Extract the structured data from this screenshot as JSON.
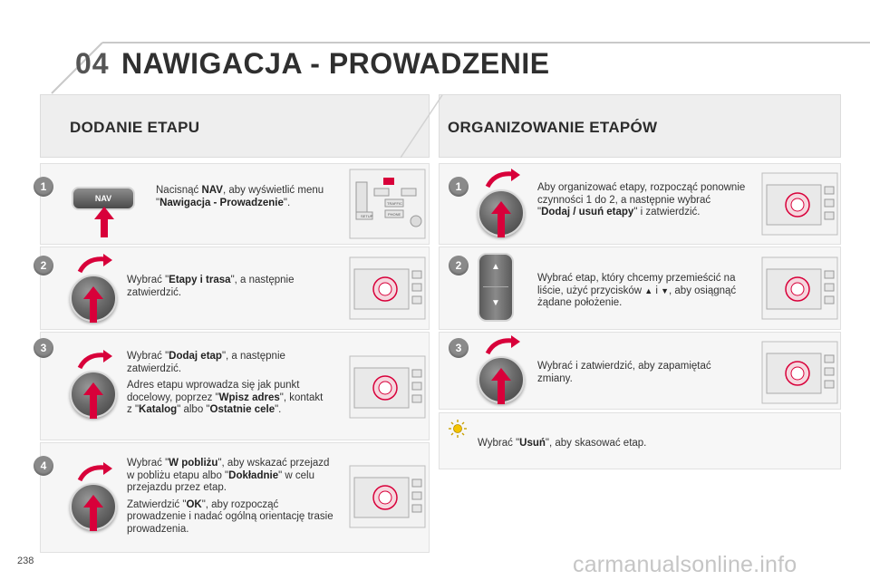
{
  "header": {
    "chapter_number": "04",
    "title": "NAWIGACJA - PROWADZENIE"
  },
  "left": {
    "title": "DODANIE ETAPU",
    "steps": [
      {
        "num": "1",
        "button_label": "NAV",
        "p1": [
          "Nacisnąć ",
          "NAV",
          ", aby wyświetlić menu \"",
          "Nawigacja - Prowadzenie",
          "\"."
        ]
      },
      {
        "num": "2",
        "p1": [
          "Wybrać \"",
          "Etapy i trasa",
          "\", a następnie zatwierdzić."
        ]
      },
      {
        "num": "3",
        "p1": [
          "Wybrać \"",
          "Dodaj etap",
          "\", a następnie zatwierdzić."
        ],
        "p2": [
          "Adres etapu wprowadza się jak punkt docelowy, poprzez \"",
          "Wpisz adres",
          "\", kontakt z \"",
          "Katalog",
          "\" albo \"",
          "Ostatnie cele",
          "\"."
        ]
      },
      {
        "num": "4",
        "p1": [
          "Wybrać \"",
          "W pobliżu",
          "\", aby wskazać przejazd w pobliżu etapu albo \"",
          "Dokładnie",
          "\" w celu przejazdu przez etap."
        ],
        "p2": [
          "Zatwierdzić \"",
          "OK",
          "\", aby rozpocząć prowadzenie i nadać ogólną orientację trasie prowadzenia."
        ]
      }
    ]
  },
  "right": {
    "title": "ORGANIZOWANIE ETAPÓW",
    "steps": [
      {
        "num": "1",
        "p1": [
          "Aby organizować etapy, rozpocząć ponownie czynności 1 do 2, a następnie wybrać \"",
          "Dodaj / usuń etapy",
          "\" i zatwierdzić."
        ]
      },
      {
        "num": "2",
        "p1": [
          "Wybrać etap, który chcemy przemieścić na liście, użyć przycisków ",
          "▲",
          " i ",
          "▼",
          ", aby osiągnąć żądane położenie."
        ]
      },
      {
        "num": "3",
        "p1": [
          "Wybrać i zatwierdzić, aby zapamiętać zmiany."
        ]
      }
    ],
    "tip": [
      "Wybrać \"",
      "Usuń",
      "\", aby skasować etap."
    ]
  },
  "radio_labels": {
    "setup": "SETUP",
    "traffic": "TRAFFIC",
    "phone": "PHONE"
  },
  "page_number": "238",
  "watermark": "carmanualsonline.info",
  "colors": {
    "accent_red": "#d8003a",
    "header_gray": "#eeeeee",
    "box_gray": "#f6f6f6"
  }
}
